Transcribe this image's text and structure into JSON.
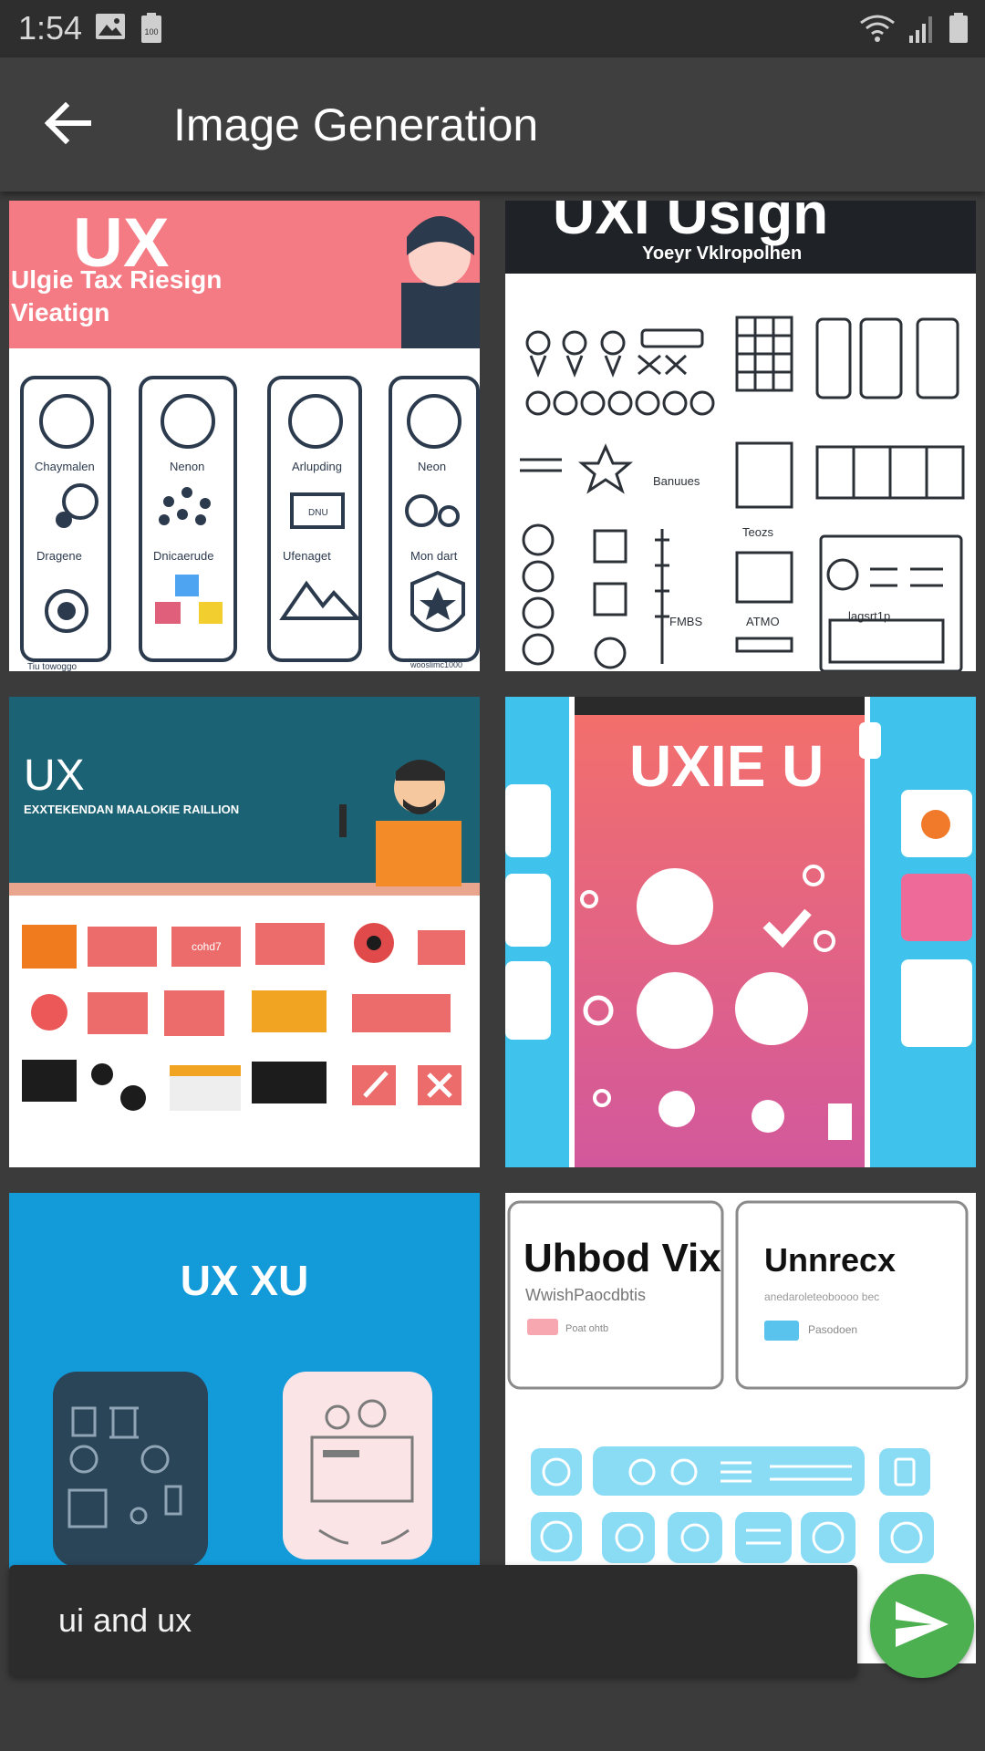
{
  "status_bar": {
    "time": "1:54",
    "icons": [
      "image-icon",
      "battery-saver-icon",
      "wifi-icon",
      "signal-icon",
      "battery-icon"
    ]
  },
  "app_bar": {
    "title": "Image Generation",
    "back_icon": "arrow-back-icon"
  },
  "images": [
    {
      "heading": "UX",
      "subtitle_line1": "Ulgie Tax Riesign",
      "subtitle_line2": "Vieatign",
      "labels": [
        "Chaymalen",
        "Nenon",
        "Arlupding",
        "Neon",
        "Dragene",
        "Dnicaerude",
        "Ufenaget",
        "Mon dart"
      ],
      "box_text": "DNU",
      "footer": "Tiu towoggo",
      "footer_right": "wooslimc1000"
    },
    {
      "heading": "UXI  Usign",
      "subtitle": "Yoeyr Vklropolhen",
      "labels": [
        "Banuues",
        "Teozs",
        "ATMO",
        "FMBS",
        "lagsrt1p"
      ]
    },
    {
      "heading": "UX",
      "subtitle": "EXXTEKENDAN  MAALOKIE  RAILLION",
      "box_text": "cohd7"
    },
    {
      "heading": "UXIE U"
    },
    {
      "heading": "UX XU"
    },
    {
      "card1_title": "Uhbod Vix",
      "card1_subtitle": "WwishPaocdbtis",
      "card1_small": "Poat ohtb",
      "card2_title": "Unnrecx",
      "card2_subtitle": "anedaroleteoboooo bec",
      "card2_small": "Pasodoen"
    }
  ],
  "prompt_input": {
    "value": "ui and ux"
  },
  "send_button": {
    "icon": "send-icon",
    "color": "#4caf50"
  }
}
